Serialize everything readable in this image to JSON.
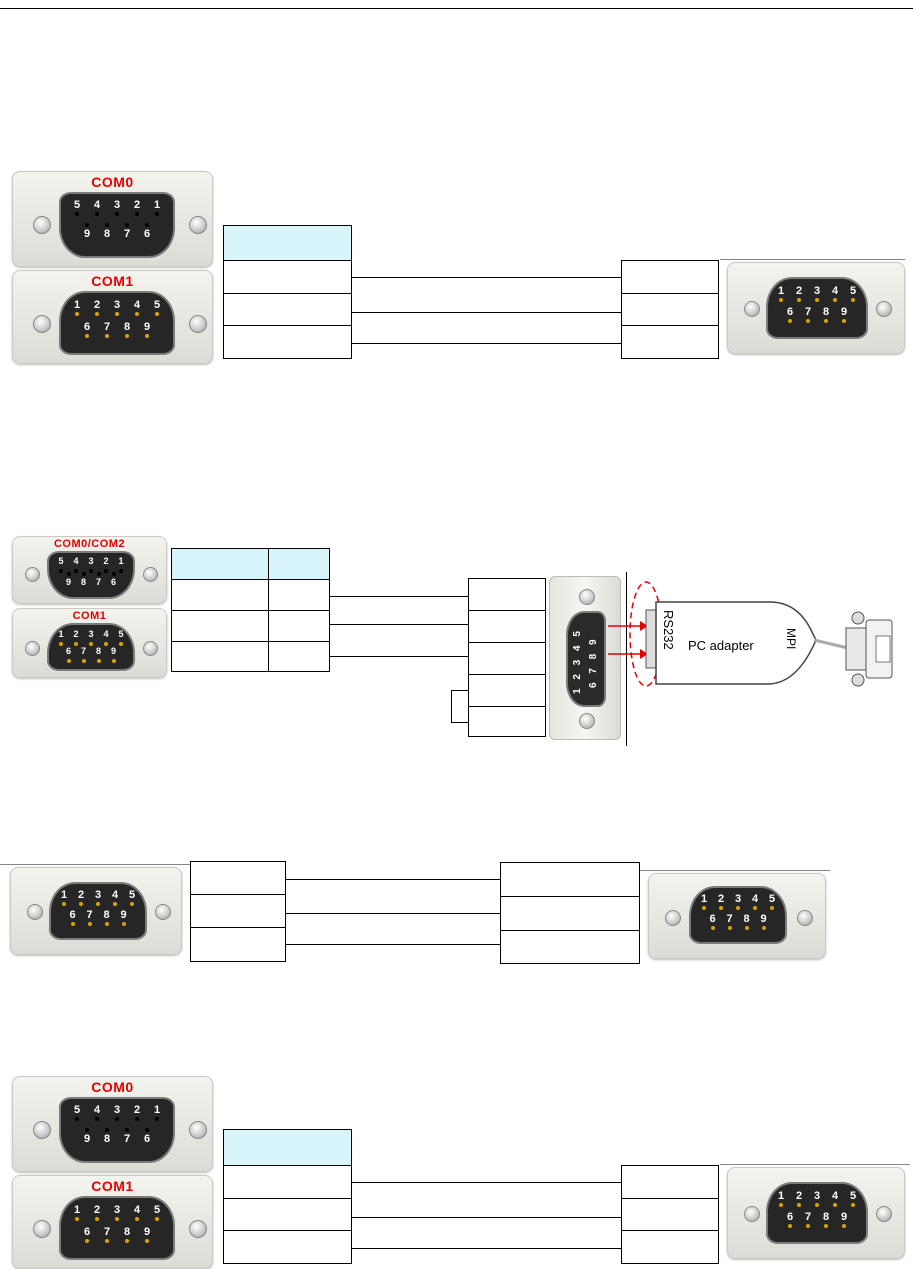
{
  "com_labels": {
    "com0": "COM0",
    "com1": "COM1",
    "com0_com2": "COM0/COM2"
  },
  "pin_rows": {
    "female_top": "5 4 3 2 1",
    "female_bottom": "9 8 7 6",
    "male_top": "1 2 3 4 5",
    "male_bottom": "6 7 8 9"
  },
  "adapter": {
    "interface": "RS232",
    "name": "PC adapter",
    "bus": "MPI"
  },
  "colors": {
    "header_fill": "#d7f5fb",
    "com_label": "#e60000",
    "arrow": "#e60000",
    "pin_dot": "#d9a300"
  }
}
